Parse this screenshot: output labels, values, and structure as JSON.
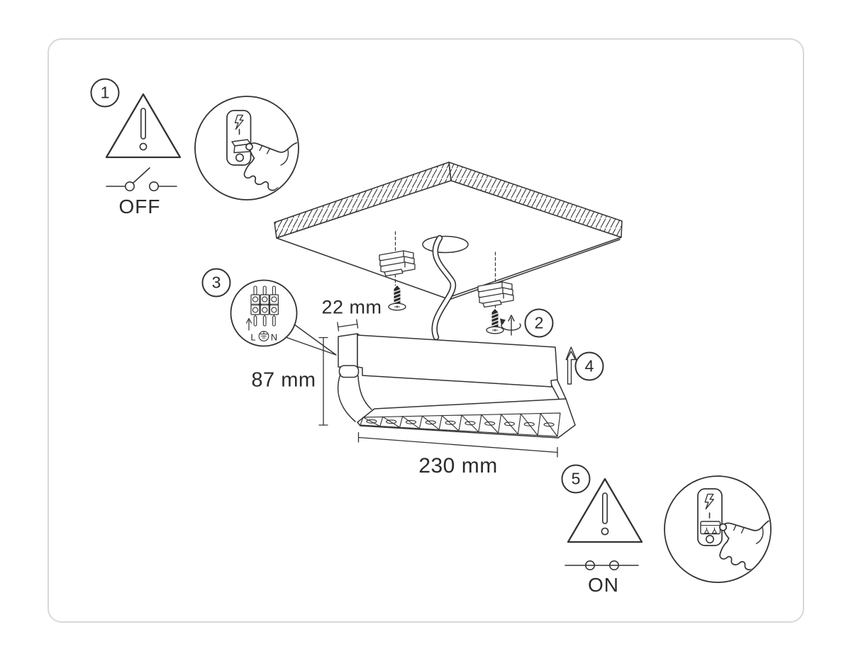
{
  "steps": [
    {
      "number": "1",
      "switch_state": "OFF"
    },
    {
      "number": "2"
    },
    {
      "number": "3"
    },
    {
      "number": "4"
    },
    {
      "number": "5",
      "switch_state": "ON"
    }
  ],
  "dimensions": {
    "bracket_width": "22 mm",
    "fixture_height": "87 mm",
    "fixture_length": "230 mm"
  },
  "terminal": {
    "live": "L",
    "neutral": "N"
  },
  "colors": {
    "line": "#333333",
    "frame_border": "#d8d8d8",
    "background": "#ffffff"
  }
}
